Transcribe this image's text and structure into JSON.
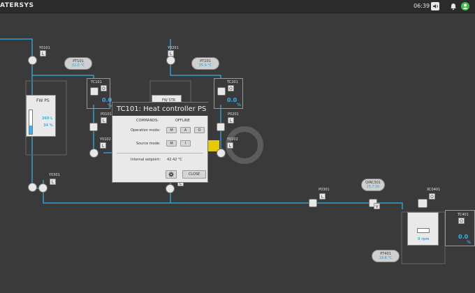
{
  "header": {
    "brand": "ATERSYS",
    "time": "06:39"
  },
  "tags": {
    "y0101": "Y0101",
    "y0201": "Y0201",
    "pt101": "PT101",
    "pt101_val": "32.0 °C",
    "pt201": "PT201",
    "pt201_val": "35.9 °C",
    "tc101": "TC101",
    "tc101_val": "0.0",
    "tc101_unit": "%",
    "tc201": "TC201",
    "tc201_val": "0.0",
    "tc201_unit": "%",
    "p0101": "P0101",
    "p0201": "P0201",
    "y0102": "Y0102",
    "y0202": "Y0202",
    "y0301": "Y0301",
    "p0301": "P0301",
    "qirc301": "QIRC301",
    "qirc301_val": "25.7 l/h",
    "xc0401": "XC0401",
    "tc401": "TC401",
    "tc401_val": "0.0",
    "tc401_unit": "%",
    "pt401": "PT401",
    "pt401_val": "19.6 °C",
    "fwps": "FW PS",
    "fwps_vol": "369 L",
    "fwps_pct": "34 %",
    "fwstr": "FW STR",
    "rpm": "0 rpm",
    "l": "L",
    "o": "O",
    "a": "A",
    "v": "V"
  },
  "modal": {
    "title": "TC101: Heat controller PS",
    "commands_label": "COMMANDS:",
    "commands_value": "OFFLINE",
    "operation_label": "Operation mode:",
    "operation_buttons": [
      "M",
      "A",
      "O"
    ],
    "source_label": "Source mode:",
    "source_buttons": [
      "M",
      "I"
    ],
    "setpoint_label": "Internal setpoint:",
    "setpoint_value": "42.42 °C",
    "close_label": "CLOSE"
  },
  "colors": {
    "pipe": "#2fb4ec",
    "background": "#3a3a3a",
    "accent_yellow": "#e8c800"
  }
}
